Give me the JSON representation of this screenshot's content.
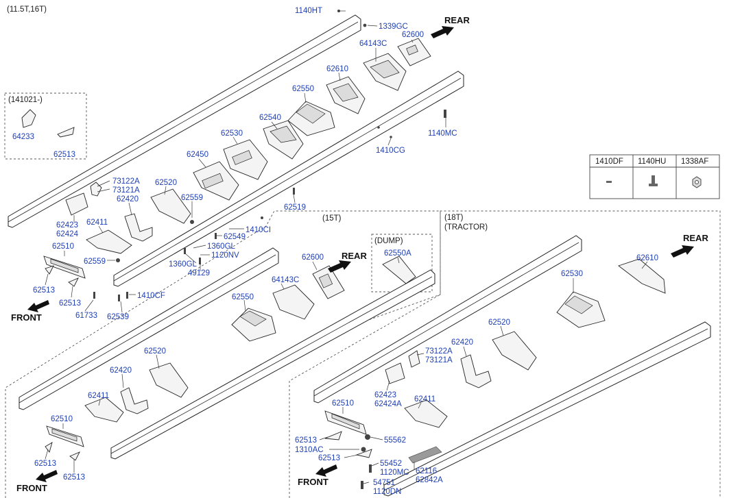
{
  "sections": {
    "main": "(11.5T,16T)",
    "date_box": "(141021-)",
    "box_15t": "(15T)",
    "box_18t_1": "(18T)",
    "box_18t_2": "(TRACTOR)",
    "dump": "(DUMP)"
  },
  "directions": {
    "rear": "REAR",
    "front": "FRONT"
  },
  "legend": {
    "headers": [
      "1410DF",
      "1140HU",
      "1338AF"
    ],
    "icons": [
      "bolt-icon",
      "flange-bolt-icon",
      "nut-icon"
    ]
  },
  "labels": {
    "p1140HT": "1140HT",
    "p1339GC": "1339GC",
    "p62600a": "62600",
    "p64143Ca": "64143C",
    "p62610a": "62610",
    "p62550a": "62550",
    "p62540": "62540",
    "p62530a": "62530",
    "p62450": "62450",
    "p1140MC": "1140MC",
    "p1410CG": "1410CG",
    "p64233": "64233",
    "p62513box": "62513",
    "p73122Aa": "73122A",
    "p73121Aa": "73121A",
    "p62520a": "62520",
    "p62420a": "62420",
    "p62559a": "62559",
    "p62519": "62519",
    "p62423a": "62423",
    "p62424": "62424",
    "p62411a": "62411",
    "p1410CI": "1410CI",
    "p62549": "62549",
    "p62510a": "62510",
    "p1360GLa": "1360GL",
    "p1120NV": "1120NV",
    "p62559b": "62559",
    "p1360GLb": "1360GL",
    "p49129": "49129",
    "p62513a": "62513",
    "p1410CF": "1410CF",
    "p62513b": "62513",
    "p61733": "61733",
    "p62539": "62539",
    "p62600b": "62600",
    "p64143Cb": "64143C",
    "p62550A": "62550A",
    "p62550b": "62550",
    "p62520b": "62520",
    "p62420b": "62420",
    "p62411b": "62411",
    "p62510b": "62510",
    "p62513c": "62513",
    "p62513d": "62513",
    "p62610b": "62610",
    "p62530b": "62530",
    "p62520c": "62520",
    "p62420c": "62420",
    "p73122Ab": "73122A",
    "p73121Ab": "73121A",
    "p62423b": "62423",
    "p62424A": "62424A",
    "p62411c": "62411",
    "p62510c": "62510",
    "p62513e": "62513",
    "p55562": "55562",
    "p1310AC": "1310AC",
    "p62513f": "62513",
    "p55452": "55452",
    "p1120MC": "1120MC",
    "p62116": "62116",
    "p62842A": "62842A",
    "p54751": "54751",
    "p1120DN": "1120DN"
  },
  "colors": {
    "part_number": "#1e3fb4",
    "text": "#1a1a1a",
    "line": "#222222"
  }
}
